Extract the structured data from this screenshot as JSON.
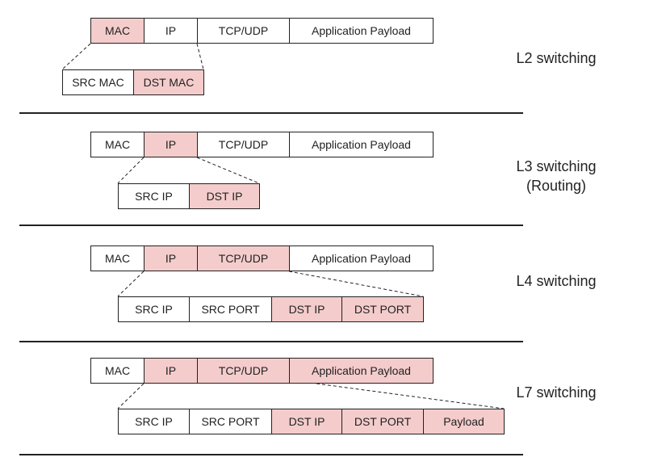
{
  "colors": {
    "highlight": "#f4cccc",
    "border": "#222222"
  },
  "sections": [
    {
      "label": [
        "L2 switching"
      ],
      "packet": [
        {
          "text": "MAC",
          "hl": true
        },
        {
          "text": "IP",
          "hl": false
        },
        {
          "text": "TCP/UDP",
          "hl": false
        },
        {
          "text": "Application Payload",
          "hl": false
        }
      ],
      "expanded": [
        {
          "text": "SRC MAC",
          "hl": false
        },
        {
          "text": "DST MAC",
          "hl": true
        }
      ]
    },
    {
      "label": [
        "L3 switching",
        "(Routing)"
      ],
      "packet": [
        {
          "text": "MAC",
          "hl": false
        },
        {
          "text": "IP",
          "hl": true
        },
        {
          "text": "TCP/UDP",
          "hl": false
        },
        {
          "text": "Application Payload",
          "hl": false
        }
      ],
      "expanded": [
        {
          "text": "SRC IP",
          "hl": false
        },
        {
          "text": "DST IP",
          "hl": true
        }
      ]
    },
    {
      "label": [
        "L4 switching"
      ],
      "packet": [
        {
          "text": "MAC",
          "hl": false
        },
        {
          "text": "IP",
          "hl": true
        },
        {
          "text": "TCP/UDP",
          "hl": true
        },
        {
          "text": "Application Payload",
          "hl": false
        }
      ],
      "expanded": [
        {
          "text": "SRC IP",
          "hl": false
        },
        {
          "text": "SRC PORT",
          "hl": false
        },
        {
          "text": "DST IP",
          "hl": true
        },
        {
          "text": "DST PORT",
          "hl": true
        }
      ]
    },
    {
      "label": [
        "L7 switching"
      ],
      "packet": [
        {
          "text": "MAC",
          "hl": false
        },
        {
          "text": "IP",
          "hl": true
        },
        {
          "text": "TCP/UDP",
          "hl": true
        },
        {
          "text": "Application Payload",
          "hl": true
        }
      ],
      "expanded": [
        {
          "text": "SRC IP",
          "hl": false
        },
        {
          "text": "SRC PORT",
          "hl": false
        },
        {
          "text": "DST IP",
          "hl": true
        },
        {
          "text": "DST PORT",
          "hl": true
        },
        {
          "text": "Payload",
          "hl": true
        }
      ]
    }
  ]
}
